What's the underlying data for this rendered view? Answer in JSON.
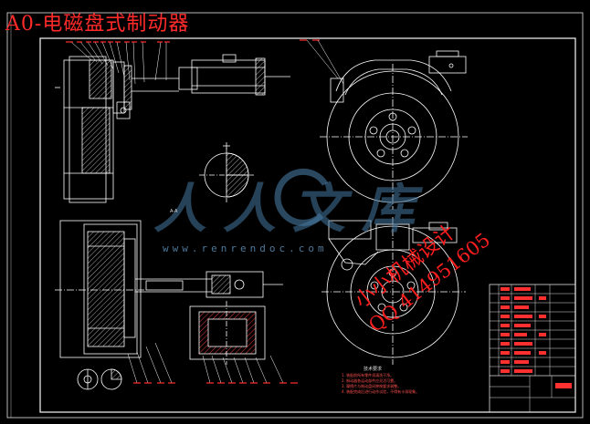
{
  "drawing": {
    "title": "A0-电磁盘式制动器",
    "watermark_main": "人人文库",
    "watermark_url": "www.renrendoc.com",
    "watermark_cn": "小小机械设计",
    "watermark_qq": "QQ 414951605",
    "view_label": "技术要求",
    "section_label": "A-A",
    "notes": [
      "1. 装配前所有零件须清洗干净。",
      "2. 制动器各运动部件应灵活可靠。",
      "3. 摩擦片与制动盘间隙按要求调整。",
      "4. 装配完成后进行动作试验，不得有卡滞现象。"
    ]
  },
  "colors": {
    "background": "#000000",
    "line": "#ffffff",
    "frame": "#e8e8e8",
    "title_red": "#ff2a2a",
    "watermark_blue": "#4678a0",
    "leader_red": "#ff3030"
  }
}
